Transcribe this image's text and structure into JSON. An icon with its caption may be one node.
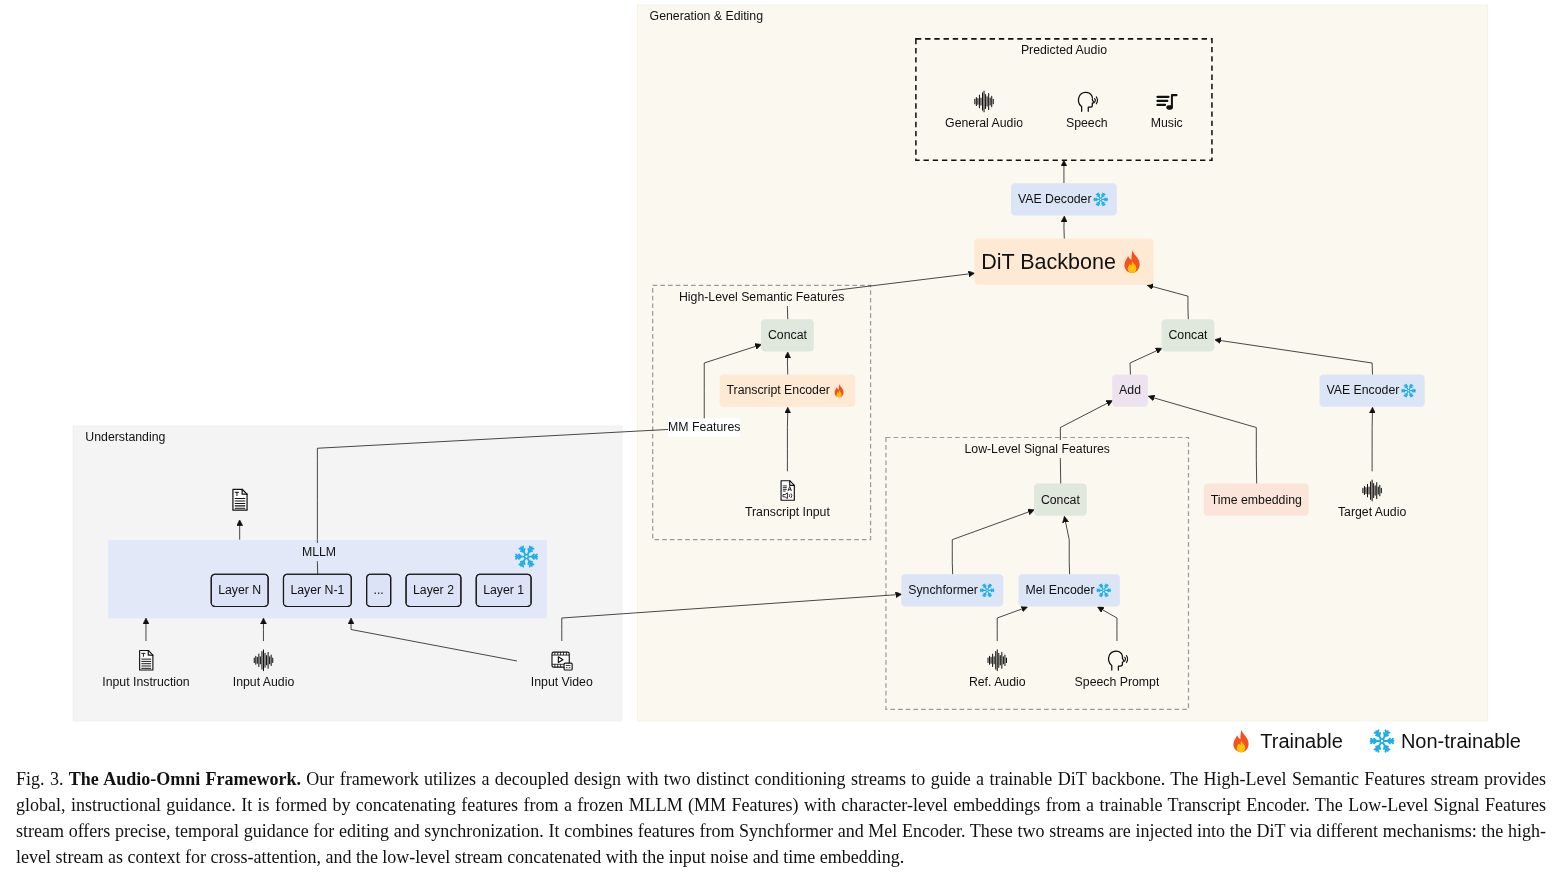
{
  "diagram": {
    "caption": "Fig. 3. **The Audio-Omni Framework.** Our framework utilizes a decoupled design with two distinct conditioning streams to guide a trainable DiT backbone. The High-Level Semantic Features stream provides global, instructional guidance. It is formed by concatenating features from a frozen MLLM (MM Features) with character-level embeddings from a trainable Transcript Encoder. The Low-Level Signal Features stream offers precise, temporal guidance for editing and synchronization. It combines features from Synchformer and Mel Encoder. These two streams are injected into the DiT via different mechanisms: the high-level stream as context for cross-attention, and the low-level stream concatenated with the input noise and time embedding.",
    "nodes": [
      {
        "text": [
          "Understanding"
        ]
      },
      {
        "text": [
          "MLLM"
        ],
        "in": 0
      },
      {
        "text": [
          "Layer N"
        ],
        "in": 1
      },
      {
        "text": [
          "Layer N-1"
        ],
        "in": 1
      },
      {
        "text": [
          "..."
        ],
        "in": 1
      },
      {
        "text": [
          "Layer 2"
        ],
        "in": 1
      },
      {
        "text": [
          "Layer 1"
        ],
        "in": 1
      },
      {
        "text": [],
        "shape": "picture",
        "in": 0
      },
      {
        "text": [
          "Input Instruction"
        ],
        "in": 0
      },
      {
        "text": [
          "Input Audio"
        ],
        "in": 0
      },
      {
        "text": [
          "Input Video"
        ],
        "in": 0
      },
      {
        "text": [
          "Generation & Editing"
        ]
      },
      {
        "text": [
          "High-Level Semantic Features"
        ],
        "in": 11
      },
      {
        "text": [
          "Transcript Input"
        ],
        "in": 12
      },
      {
        "text": [
          "Transcript Encoder"
        ],
        "in": 12
      },
      {
        "text": [
          "Concat"
        ],
        "in": 12
      },
      {
        "text": [
          "Low-Level Signal Features"
        ],
        "in": 11
      },
      {
        "text": [
          "Synchformer"
        ],
        "in": 16
      },
      {
        "text": [
          "Mel Encoder"
        ],
        "in": 16
      },
      {
        "text": [
          "Concat"
        ],
        "in": 16
      },
      {
        "text": [
          "Ref. Audio"
        ],
        "in": 16
      },
      {
        "text": [
          "Speech Prompt"
        ],
        "in": 16
      },
      {
        "text": [
          "DiT Backbone"
        ],
        "in": 11
      },
      {
        "text": [
          "VAE Decoder"
        ],
        "in": 11
      },
      {
        "text": [
          "Predicted Audio"
        ],
        "in": 11
      },
      {
        "text": [
          "General Audio"
        ],
        "in": 24
      },
      {
        "text": [
          "Speech"
        ],
        "in": 24
      },
      {
        "text": [
          "Music"
        ],
        "in": 24
      },
      {
        "text": [
          "Concat"
        ],
        "in": 11
      },
      {
        "text": [
          "Add"
        ],
        "in": 11
      },
      {
        "text": [
          "Time embedding"
        ],
        "in": 11
      },
      {
        "text": [
          "VAE Encoder"
        ],
        "in": 11
      },
      {
        "text": [
          "Target Audio"
        ],
        "in": 11
      }
    ],
    "edges": [
      {
        "from": 1,
        "to": 7,
        "arrow": "to"
      },
      {
        "from": 8,
        "to": 1,
        "arrow": "to"
      },
      {
        "from": 9,
        "to": 1,
        "arrow": "to"
      },
      {
        "from": 10,
        "to": 1,
        "arrow": "to"
      },
      {
        "from": 3,
        "to": 15,
        "arrow": "to",
        "label": "MM Features"
      },
      {
        "from": 13,
        "to": 14,
        "arrow": "to"
      },
      {
        "from": 14,
        "to": 15,
        "arrow": "to"
      },
      {
        "from": 15,
        "to": 22,
        "arrow": "to"
      },
      {
        "from": 10,
        "to": 17,
        "arrow": "to"
      },
      {
        "from": 17,
        "to": 19,
        "arrow": "to"
      },
      {
        "from": 18,
        "to": 19,
        "arrow": "to"
      },
      {
        "from": 20,
        "to": 18,
        "arrow": "to"
      },
      {
        "from": 21,
        "to": 18,
        "arrow": "to"
      },
      {
        "from": 19,
        "to": 29,
        "arrow": "to"
      },
      {
        "from": 30,
        "to": 29,
        "arrow": "to"
      },
      {
        "from": 29,
        "to": 28,
        "arrow": "to"
      },
      {
        "from": 32,
        "to": 31,
        "arrow": "to"
      },
      {
        "from": 31,
        "to": 28,
        "arrow": "to"
      },
      {
        "from": 28,
        "to": 22,
        "arrow": "to"
      },
      {
        "from": 22,
        "to": 23,
        "arrow": "to"
      },
      {
        "from": 23,
        "to": 24,
        "arrow": "to"
      }
    ],
    "legend": [
      {
        "text": "Trainable"
      },
      {
        "text": "Non-trainable"
      }
    ]
  }
}
